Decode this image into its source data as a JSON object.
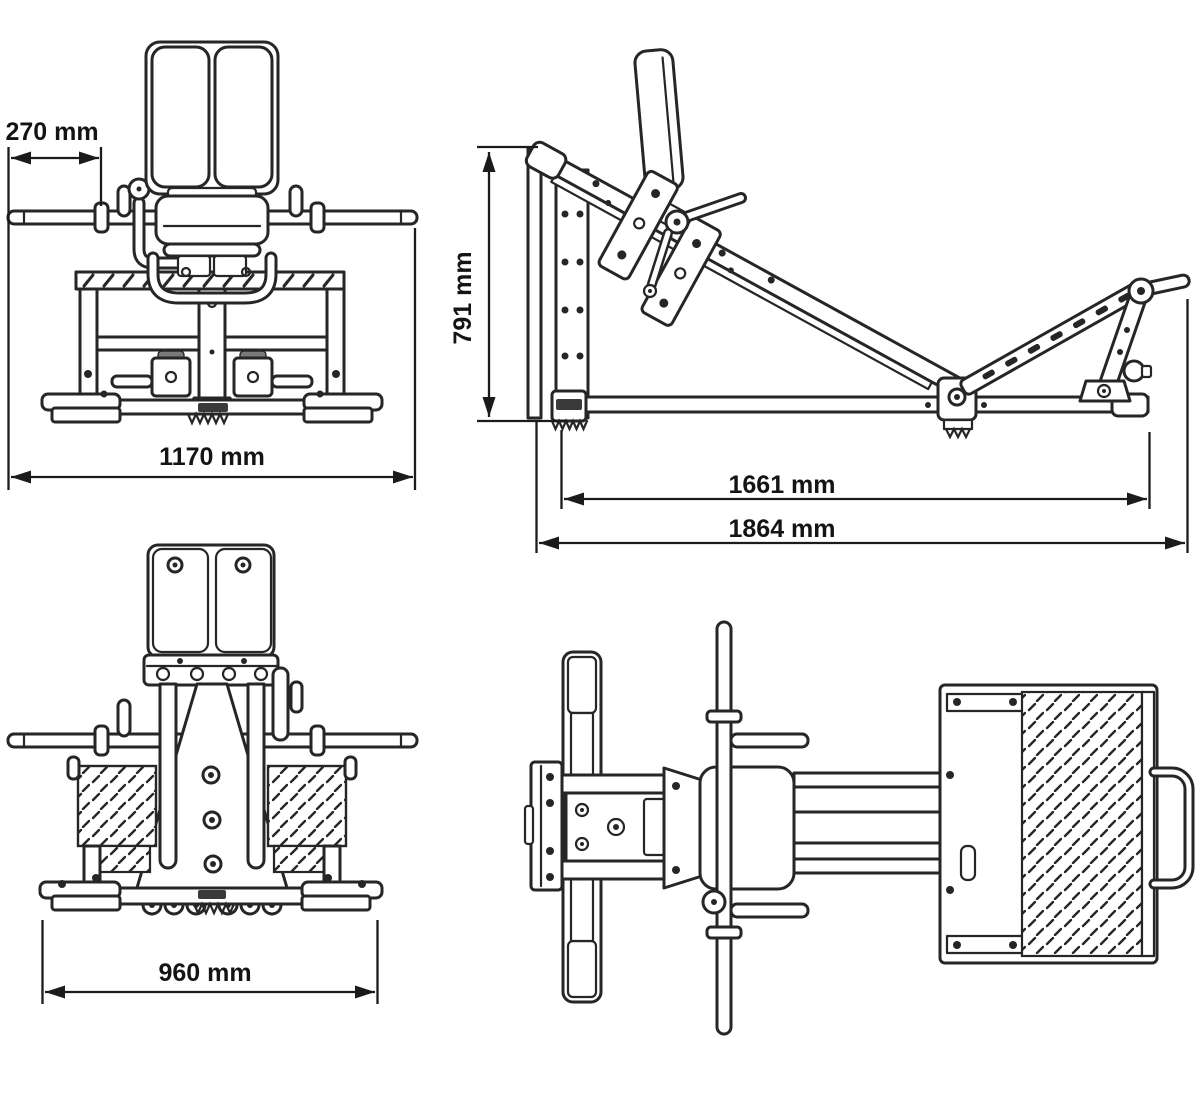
{
  "page": {
    "background": "#ffffff",
    "ink_color": "#262626",
    "label_color": "#141414"
  },
  "dimensions": {
    "bar_overhang_front": {
      "label": "270 mm",
      "value": 270,
      "unit": "mm",
      "view": "front"
    },
    "overall_width_front": {
      "label": "1170 mm",
      "value": 1170,
      "unit": "mm",
      "view": "front"
    },
    "frame_height_side": {
      "label": "791 mm",
      "value": 791,
      "unit": "mm",
      "view": "side"
    },
    "base_length_side": {
      "label": "1661 mm",
      "value": 1661,
      "unit": "mm",
      "view": "side"
    },
    "overall_length_side": {
      "label": "1864 mm",
      "value": 1864,
      "unit": "mm",
      "view": "side"
    },
    "base_width_rear": {
      "label": "960 mm",
      "value": 960,
      "unit": "mm",
      "view": "rear"
    }
  }
}
